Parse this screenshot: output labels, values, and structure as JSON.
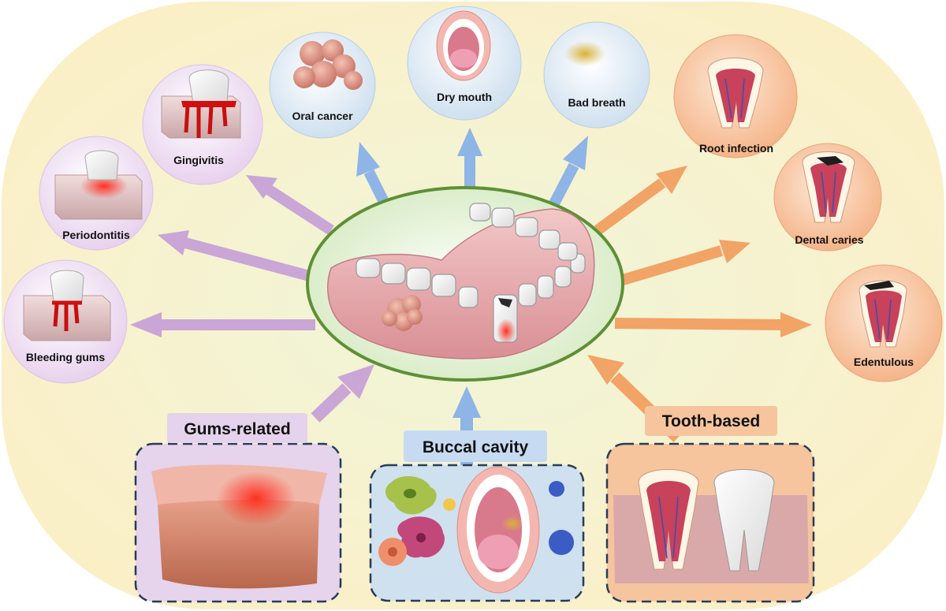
{
  "gums_conditions": [
    {
      "id": "gingivitis",
      "label": "Gingivitis"
    },
    {
      "id": "periodontitis",
      "label": "Periodontitis"
    },
    {
      "id": "bleeding-gums",
      "label": "Bleeding gums"
    }
  ],
  "buccal_conditions": [
    {
      "id": "oral-cancer",
      "label": "Oral cancer"
    },
    {
      "id": "dry-mouth",
      "label": "Dry mouth"
    },
    {
      "id": "bad-breath",
      "label": "Bad breath"
    }
  ],
  "tooth_conditions": [
    {
      "id": "root-infection",
      "label": "Root infection"
    },
    {
      "id": "dental-caries",
      "label": "Dental caries"
    },
    {
      "id": "edentulous",
      "label": "Edentulous"
    }
  ],
  "categories": {
    "gums": "Gums-related",
    "buccal": "Buccal cavity",
    "tooth": "Tooth-based"
  },
  "colors": {
    "gums": "#c9a6d6",
    "buccal": "#8fb4e6",
    "tooth": "#f2a366",
    "background": "#faf3c8",
    "ring": "#5f8f36"
  }
}
